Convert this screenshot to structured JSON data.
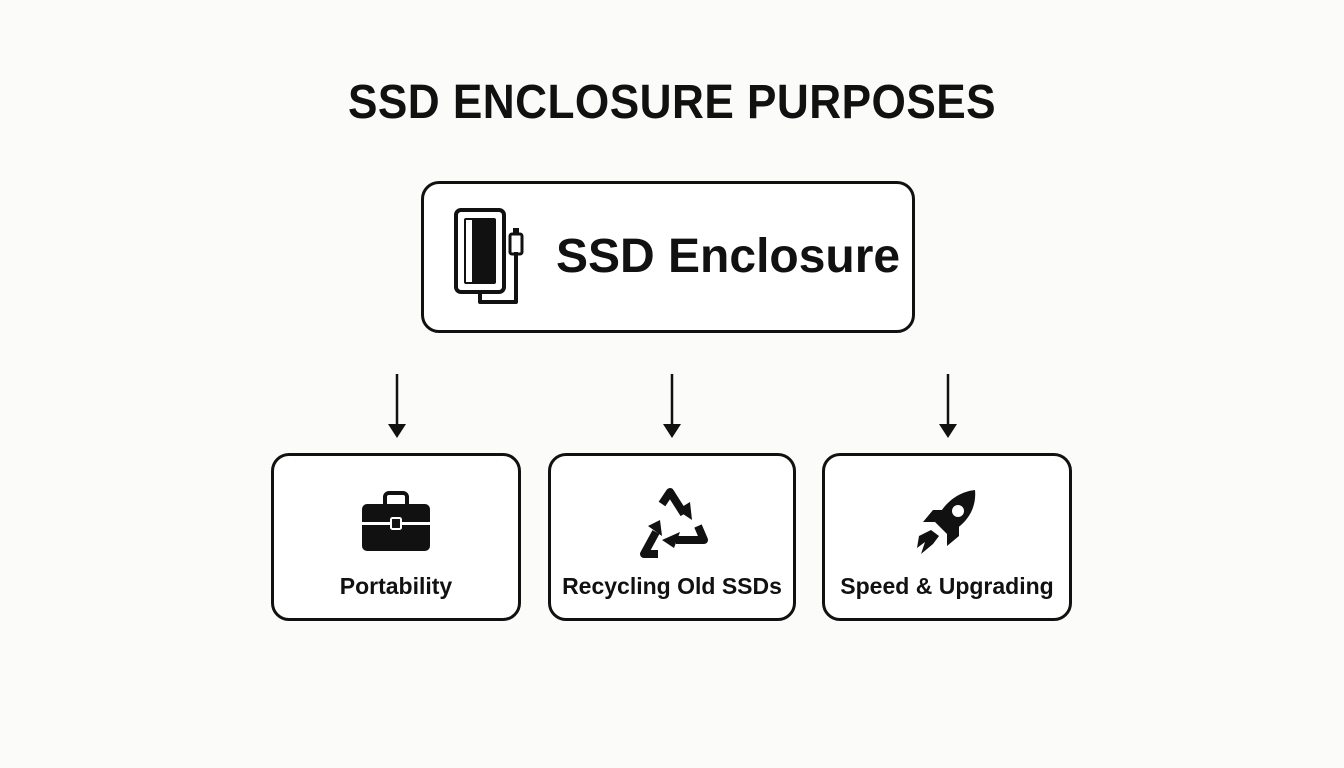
{
  "diagram": {
    "title": "SSD ENCLOSURE PURPOSES",
    "root": {
      "label": "SSD Enclosure",
      "icon": "external-ssd-icon"
    },
    "children": [
      {
        "label": "Portability",
        "icon": "briefcase-icon"
      },
      {
        "label": "Recycling Old SSDs",
        "icon": "recycle-icon"
      },
      {
        "label": "Speed & Upgrading",
        "icon": "rocket-icon"
      }
    ],
    "colors": {
      "stroke": "#111111",
      "background": "#fbfbfa",
      "box_fill": "#ffffff"
    }
  }
}
